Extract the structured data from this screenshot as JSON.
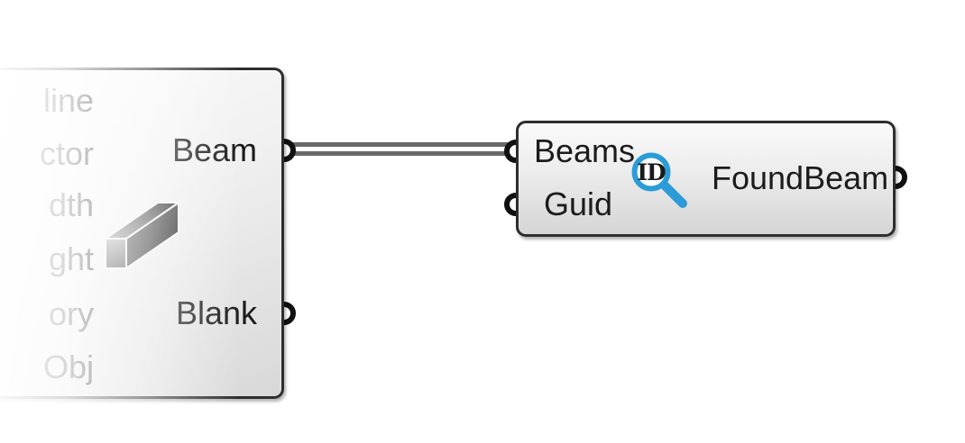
{
  "canvas": {
    "description": "grasshopper node canvas",
    "background": "#ffffff"
  },
  "left_component": {
    "role": "beam-builder component, partially faded off-canvas at left",
    "inputs": [
      {
        "label": "line"
      },
      {
        "label": "ctor"
      },
      {
        "label": "dth"
      },
      {
        "label": "ght"
      },
      {
        "label": "ory"
      },
      {
        "label": "Obj"
      }
    ],
    "outputs": [
      {
        "label": "Beam"
      },
      {
        "label": "Blank"
      }
    ],
    "icon": "beam-3d-icon"
  },
  "right_component": {
    "role": "find-beam-by-id component",
    "inputs": [
      {
        "label": "Beams"
      },
      {
        "label": "Guid"
      }
    ],
    "outputs": [
      {
        "label": "FoundBeam"
      }
    ],
    "icon": "id-magnifier-icon",
    "icon_text": "ID"
  },
  "wire": {
    "from": "Beam",
    "to": "Beams",
    "style": "double-line"
  },
  "colors": {
    "background": "#ffffff",
    "component_border": "#2e2e2e",
    "component_fill_top": "#fafafa",
    "component_fill_bottom": "#d5d5d5",
    "port": "#111111",
    "wire": "#686868",
    "label": "#1b1b1b",
    "magnifier_blue": "#2b9cd8",
    "beam_icon_dark": "#262626",
    "beam_icon_light": "#a8a8a8"
  }
}
